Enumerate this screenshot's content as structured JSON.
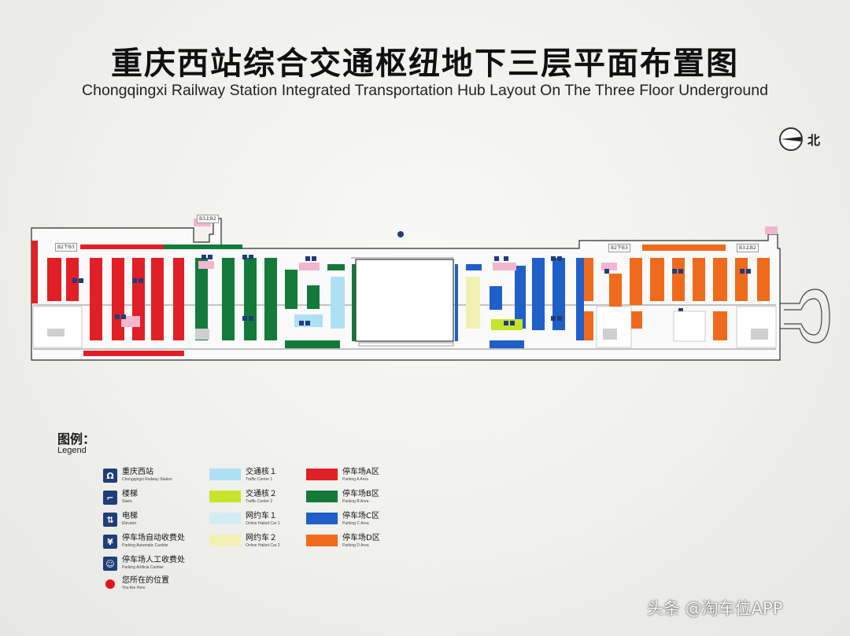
{
  "title": {
    "cn": "重庆西站综合交通枢纽地下三层平面布置图",
    "en": "Chongqingxi Railway  Station Integrated Transportation Hub Layout On The Three Floor Underground"
  },
  "north": {
    "label": "北",
    "icon": "north-arrow-icon"
  },
  "plan": {
    "labels": {
      "b3_b2_top": "B3上B2",
      "b2_b3_left": "B2下B3",
      "b2_b3_right": "B2下B3",
      "b3_b2_right": "B3上B2"
    },
    "colors": {
      "parking_a": "#e11f26",
      "parking_b": "#137a3a",
      "parking_c": "#1f5fc8",
      "parking_d": "#f06a1e",
      "traffic_center_1": "#aee0f4",
      "traffic_center_2": "#c6e52a",
      "online_car_1": "#d4edf5",
      "online_car_2": "#f3f0b4",
      "outline": "#2a2a2a"
    }
  },
  "legend": {
    "title_cn": "图例：",
    "title_en": "Legend",
    "icons": [
      {
        "icon": "railway-station-icon",
        "cn": "重庆西站",
        "en": "Chongqingxi Railway Station"
      },
      {
        "icon": "stairs-icon",
        "cn": "楼梯",
        "en": "Stairs"
      },
      {
        "icon": "elevator-icon",
        "cn": "电梯",
        "en": "Elevator"
      },
      {
        "icon": "auto-cashier-icon",
        "cn": "停车场自动收费处",
        "en": "Parking Automatic Cashier"
      },
      {
        "icon": "manual-cashier-icon",
        "cn": "停车场人工收费处",
        "en": "Parking Artificia Cashier"
      },
      {
        "icon": "you-are-here-icon",
        "cn": "您所在的位置",
        "en": "You Are Here"
      }
    ],
    "zones": [
      {
        "color": "#aee0f4",
        "cn": "交通核１",
        "en": "Traffic Center 1"
      },
      {
        "color": "#c6e52a",
        "cn": "交通核２",
        "en": "Traffic Center 2"
      },
      {
        "color": "#d4edf5",
        "cn": "网约车１",
        "en": "Online Hailed Car 1"
      },
      {
        "color": "#f3f0b4",
        "cn": "网约车２",
        "en": "Online Hailed Car 2"
      }
    ],
    "parking": [
      {
        "color": "#e11f26",
        "cn": "停车场A区",
        "en": "Parking  A  Area"
      },
      {
        "color": "#137a3a",
        "cn": "停车场B区",
        "en": "Parking  B  Area"
      },
      {
        "color": "#1f5fc8",
        "cn": "停车场C区",
        "en": "Parking  C  Area"
      },
      {
        "color": "#f06a1e",
        "cn": "停车场D区",
        "en": "Parking  D  Area"
      }
    ]
  },
  "watermark": "头条 @淘车位APP"
}
